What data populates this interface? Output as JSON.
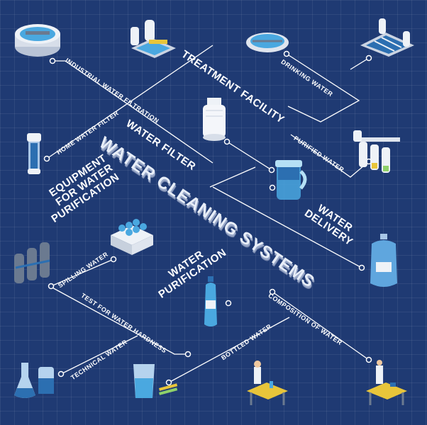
{
  "main_title": "WATER CLEANING SYSTEMS",
  "sections": {
    "treatment_facility": "TREATMENT FACILITY",
    "water_filter": "WATER FILTER",
    "equipment": "EQUIPMENT\nFOR WATER\nPURIFICATION",
    "water_delivery": "WATER\nDELIVERY",
    "water_purification": "WATER\nPURIFICATION"
  },
  "labels": {
    "industrial_water_filtration": "INDUSTRIAL WATER FILTRATION",
    "drinking_water": "DRINKING WATER",
    "home_water_filter": "HOME WATER FILTER",
    "purified_water": "PURIFIED WATER",
    "spilling_water": "SPILLING WATER",
    "test_for_water_hardness": "TEST FOR WATER HARDNESS",
    "composition_of_water": "COMPOSITION OF WATER",
    "technical_water": "TECHNICAL WATER",
    "bottled_water": "BOTTLED WATER"
  },
  "colors": {
    "background": "#1f3a73",
    "line": "#ffffff",
    "water": "#4aa8e0",
    "table": "#e8c53a"
  }
}
